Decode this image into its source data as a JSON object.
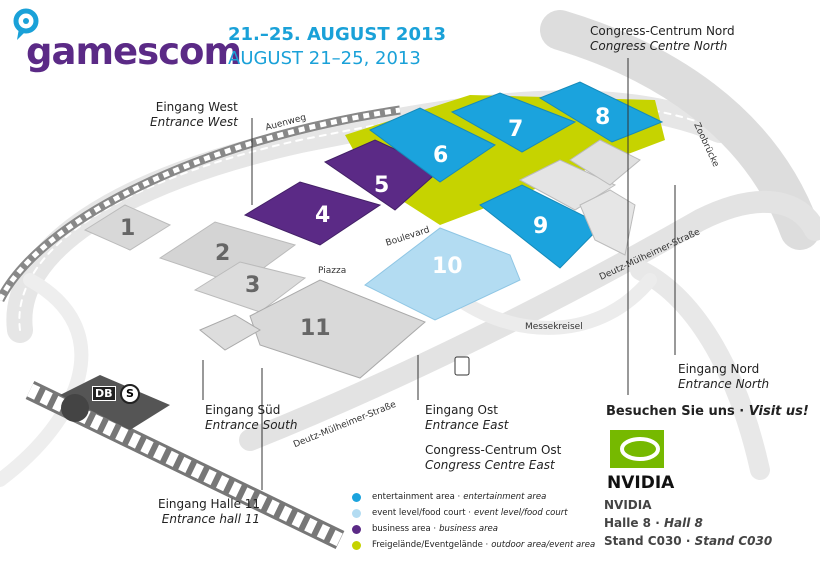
{
  "header": {
    "brand": "gamescom",
    "date_de": "21.–25. AUGUST 2013",
    "date_en": "AUGUST 21–25, 2013"
  },
  "halls": [
    "1",
    "2",
    "3",
    "4",
    "5",
    "6",
    "7",
    "8",
    "9",
    "10",
    "11"
  ],
  "streets": {
    "auenweg": "Auenweg",
    "boulevard": "Boulevard",
    "piazza": "Piazza",
    "deutz1": "Deutz-Mülheimer-Straße",
    "deutz2": "Deutz-Mülheimer-Straße",
    "messekreisel": "Messekreisel",
    "zoobruecke": "Zoobrücke"
  },
  "labels": {
    "west": {
      "de": "Eingang West",
      "en": "Entrance West"
    },
    "ccn": {
      "de": "Congress-Centrum Nord",
      "en": "Congress Centre North"
    },
    "nord": {
      "de": "Eingang Nord",
      "en": "Entrance North"
    },
    "sued": {
      "de": "Eingang Süd",
      "en": "Entrance South"
    },
    "ost": {
      "de": "Eingang Ost",
      "en": "Entrance East"
    },
    "cco": {
      "de": "Congress-Centrum Ost",
      "en": "Congress Centre East"
    },
    "halle11": {
      "de": "Eingang Halle 11",
      "en": "Entrance hall 11"
    }
  },
  "transit": {
    "db": "DB",
    "sbahn": "S"
  },
  "legend": [
    {
      "de": "entertainment area ·",
      "en": "entertainment area",
      "color": "#1ba3dd"
    },
    {
      "de": "event level/food court ·",
      "en": "event level/food court",
      "color": "#b3dcf2"
    },
    {
      "de": "business area ·",
      "en": "business area",
      "color": "#5b2a86"
    },
    {
      "de": "Freigelände/Eventgelände ·",
      "en": "outdoor area/event area",
      "color": "#c6d300"
    }
  ],
  "visit": {
    "de": "Besuchen Sie uns ·",
    "en": "Visit us!"
  },
  "exhibitor": {
    "logo": "NVIDIA",
    "name": "NVIDIA",
    "hall_de": "Halle 8 ·",
    "hall_en": "Hall 8",
    "stand_de": "Stand C030 ·",
    "stand_en": "Stand C030"
  },
  "colors": {
    "entertainment": "#1ba3dd",
    "event": "#b3dcf2",
    "business": "#5b2a86",
    "outdoor": "#c6d300",
    "brand_purple": "#5b2a86",
    "brand_blue": "#1aa1d8",
    "nvidia_green": "#76b900"
  }
}
